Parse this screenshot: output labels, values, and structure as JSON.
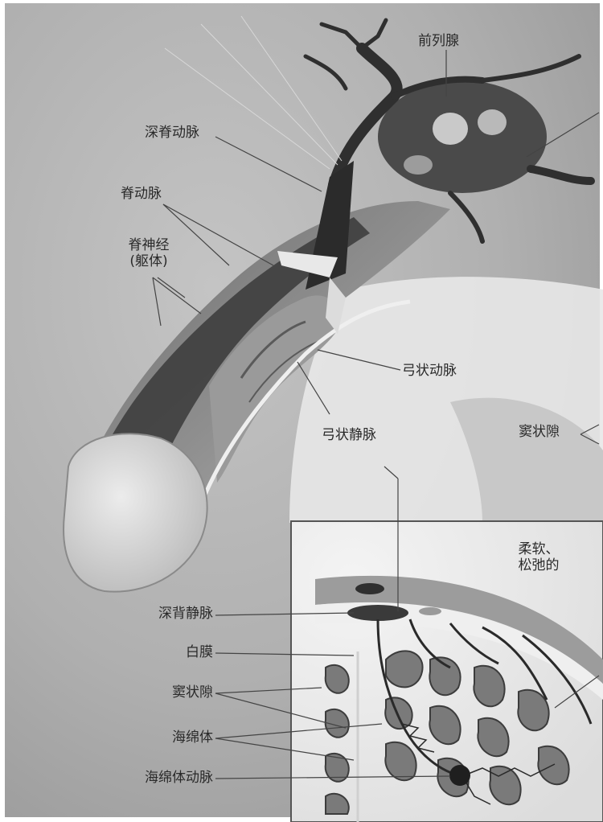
{
  "labels": {
    "prostate": "前列腺",
    "deep_dorsal_artery": "深脊动脉",
    "dorsal_artery": "脊动脉",
    "dorsal_nerve_line1": "脊神经",
    "dorsal_nerve_line2": "(躯体)",
    "arcuate_artery": "弓状动脉",
    "arcuate_vein": "弓状静脉",
    "sinusoid_right": "窦状隙",
    "soft_relaxed_line1": "柔软、",
    "soft_relaxed_line2": "松弛的",
    "deep_dorsal_vein": "深背静脉",
    "tunica_albuginea": "白膜",
    "sinusoids": "窦状隙",
    "corpus_cavernosum": "海绵体",
    "cavernous_artery": "海绵体动脉"
  },
  "colors": {
    "background_shade": "#a9a9a9",
    "tissue_dark": "#3a3a3a",
    "tissue_mid": "#8a8a8a",
    "tissue_light": "#d6d6d6",
    "line": "#444444"
  }
}
